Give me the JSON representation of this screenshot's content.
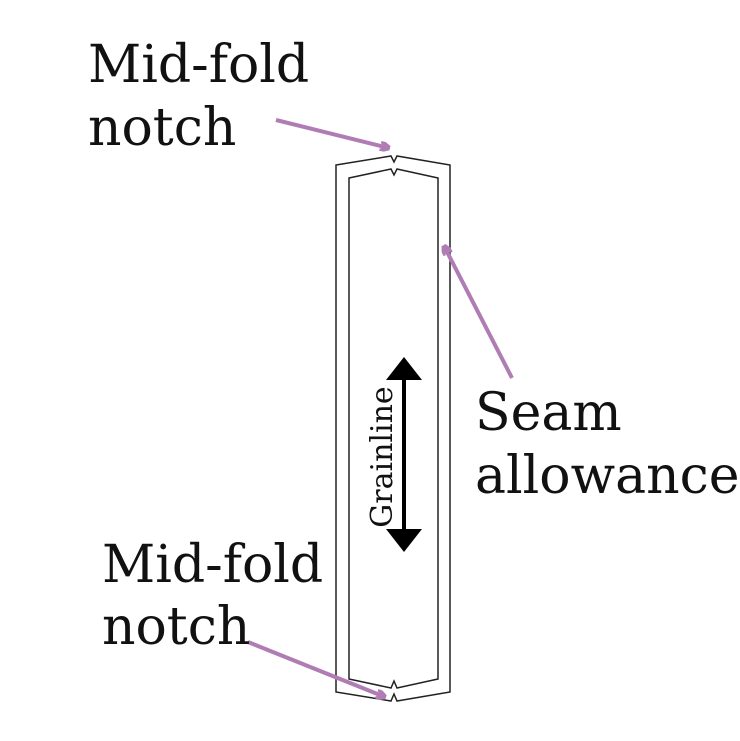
{
  "labels": {
    "top_notch_line1": "Mid-fold",
    "top_notch_line2": "notch",
    "bottom_notch_line1": "Mid-fold",
    "bottom_notch_line2": "notch",
    "seam_line1": "Seam",
    "seam_line2": "allowance",
    "grainline": "Grainline"
  },
  "colors": {
    "arrow": "#b07cb4",
    "outline": "#222222",
    "grainline_arrow": "#000000"
  }
}
